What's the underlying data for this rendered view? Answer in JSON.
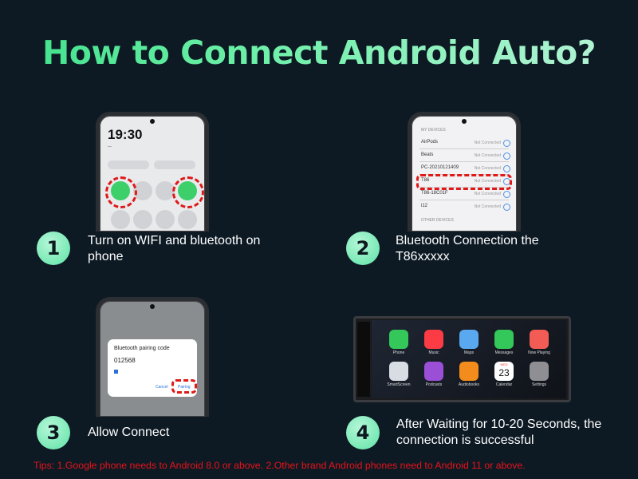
{
  "title": "How to Connect Android Auto?",
  "steps": [
    {
      "number": "1",
      "text": "Turn on WIFI and bluetooth on phone"
    },
    {
      "number": "2",
      "text": "Bluetooth Connection the T86xxxxx"
    },
    {
      "number": "3",
      "text": "Allow Connect"
    },
    {
      "number": "4",
      "text": "After Waiting for 10-20 Seconds, the connection is successful"
    }
  ],
  "phone1": {
    "time": "19:30"
  },
  "phone2": {
    "section_label": "MY DEVICES",
    "devices": [
      {
        "name": "AirPods",
        "status": "Not Connected"
      },
      {
        "name": "Beats",
        "status": "Not Connected"
      },
      {
        "name": "PC-20210121409",
        "status": "Not Connected"
      },
      {
        "name": "T86",
        "status": "Not Connected"
      },
      {
        "name": "T86-18C01F",
        "status": "Not Connected"
      },
      {
        "name": "i12",
        "status": "Not Connected"
      }
    ],
    "other_label": "OTHER DEVICES"
  },
  "phone3": {
    "dialog_title": "Bluetooth pairing code",
    "code": "012568",
    "cancel": "Cancel",
    "pair": "Pairing"
  },
  "carplay_apps": [
    {
      "name": "Phone",
      "color": "#34c759"
    },
    {
      "name": "Music",
      "color": "#fc3c44"
    },
    {
      "name": "Maps",
      "color": "#5aa9f0"
    },
    {
      "name": "Messages",
      "color": "#34c759"
    },
    {
      "name": "Now Playing",
      "color": "#f25c54"
    },
    {
      "name": "SmartScreen",
      "color": "#d8dde3"
    },
    {
      "name": "Podcasts",
      "color": "#9b4fd6"
    },
    {
      "name": "Audiobooks",
      "color": "#f28c1c"
    },
    {
      "name": "Calendar",
      "color": "#ffffff"
    },
    {
      "name": "Settings",
      "color": "#8e8e93"
    }
  ],
  "calendar": {
    "day": "WED",
    "date": "23"
  },
  "tips": "Tips: 1.Google phone needs to Android 8.0 or above.  2.Other brand Android phones need to Android 11 or above.",
  "colors": {
    "accent": "#5ee3a6",
    "background": "#0d1a24",
    "warning": "#e8121a",
    "highlight": "#e01818"
  }
}
